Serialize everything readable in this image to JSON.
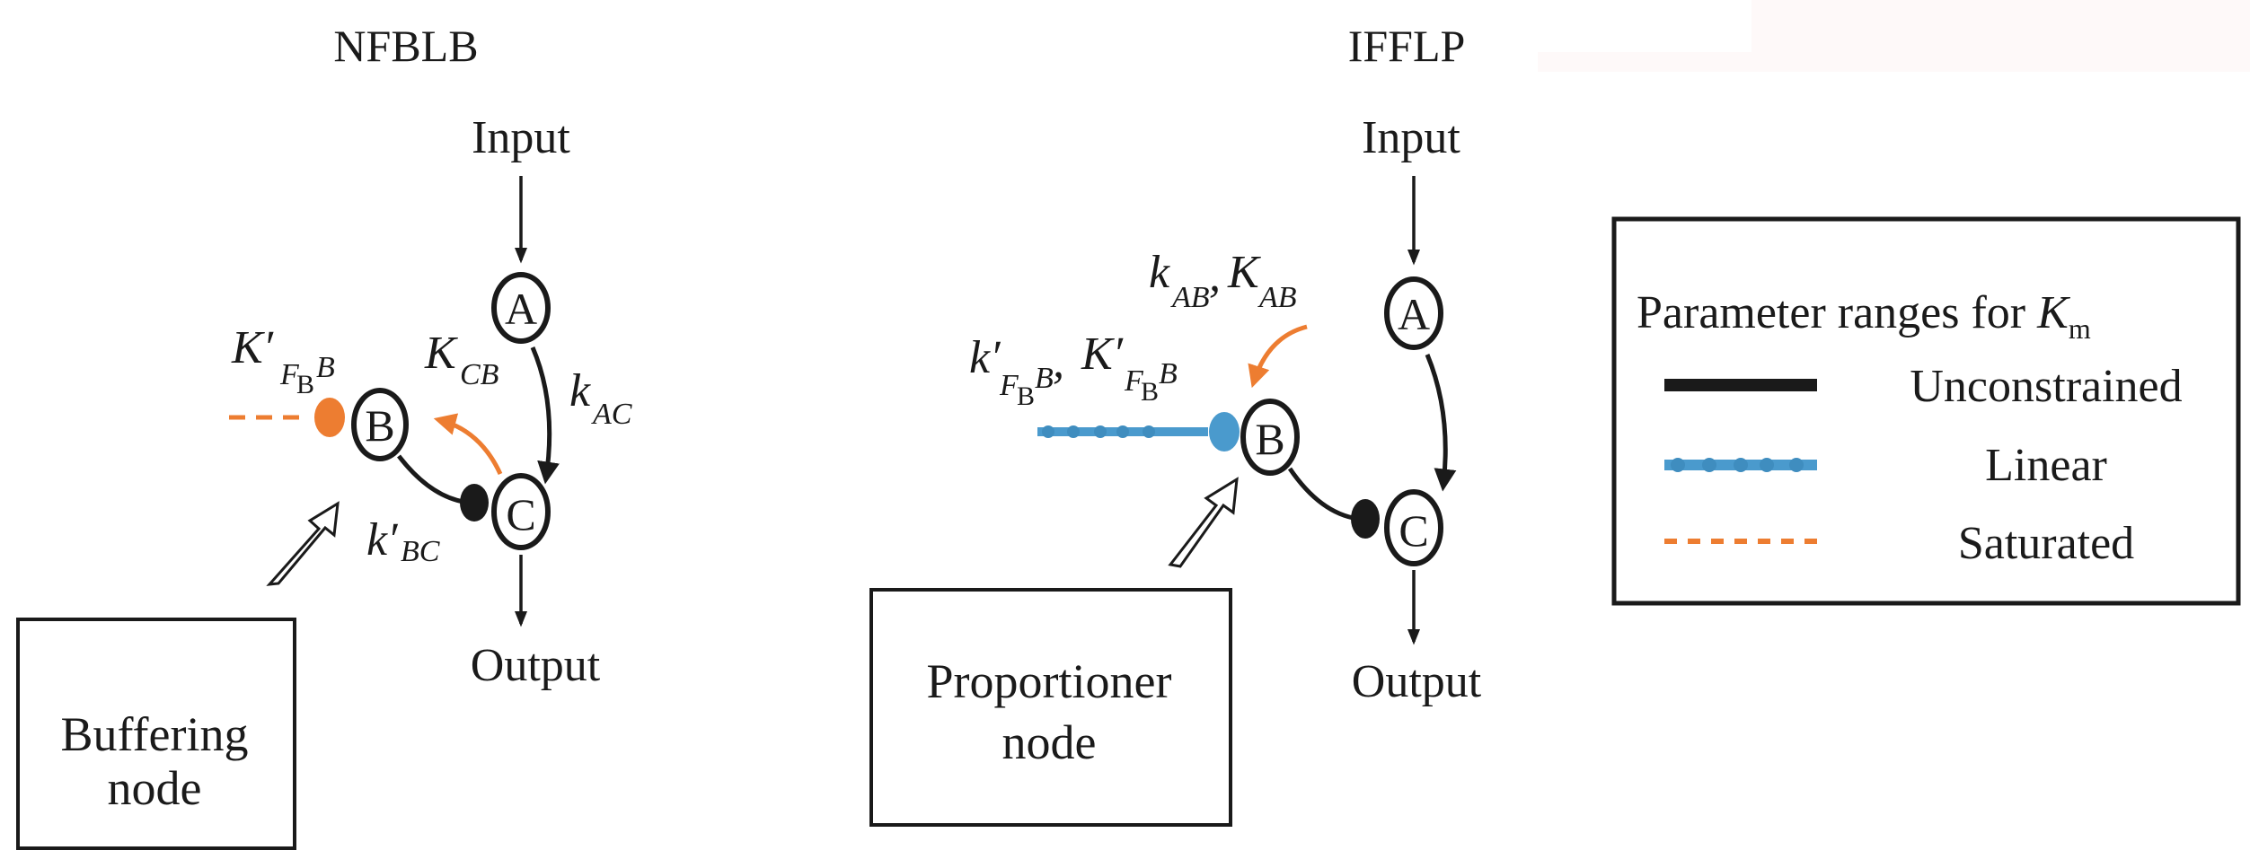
{
  "colors": {
    "ink": "#1a1a1a",
    "saturated_orange": "#ED7D31",
    "linear_blue": "#4A9ACD",
    "background_artifact": "#FEF9F9"
  },
  "panels": [
    {
      "id": "nfblb",
      "title": "NFBLB",
      "input_label": "Input",
      "output_label": "Output",
      "nodes": [
        "A",
        "B",
        "C"
      ],
      "params": {
        "kprime_fbb": {
          "main": "K′",
          "sub": "F",
          "subsub": "B",
          "tail": "B"
        },
        "K_cb": {
          "main": "K",
          "sub": "CB"
        },
        "k_ac": {
          "main": "k",
          "sub": "AC"
        },
        "kprime_bc": {
          "main": "k′",
          "sub": "BC"
        }
      },
      "callout_box": {
        "line1": "Buffering",
        "line2": "node"
      },
      "B_constraint": "Saturated"
    },
    {
      "id": "ifflp",
      "title": "IFFLP",
      "input_label": "Input",
      "output_label": "Output",
      "nodes": [
        "A",
        "B",
        "C"
      ],
      "params": {
        "k_ab": {
          "main": "k",
          "sub": "AB"
        },
        "comma1": ",",
        "K_ab": {
          "main": "K",
          "sub": "AB"
        },
        "kprime_fbb": {
          "main": "k′",
          "sub": "F",
          "subsub": "B",
          "tail": "B"
        },
        "comma2": ",",
        "Kprime_fbb": {
          "main": "K′",
          "sub": "F",
          "subsub": "B",
          "tail": "B"
        }
      },
      "callout_box": {
        "line1": "Proportioner",
        "line2": "node"
      },
      "B_constraint": "Linear"
    }
  ],
  "legend": {
    "title": "Parameter ranges for ",
    "title_symbol": "K",
    "title_symbol_sub": "m",
    "items": [
      {
        "label": "Unconstrained",
        "style": "solid-black"
      },
      {
        "label": "Linear",
        "style": "dotted-blue"
      },
      {
        "label": "Saturated",
        "style": "dashed-orange"
      }
    ]
  }
}
